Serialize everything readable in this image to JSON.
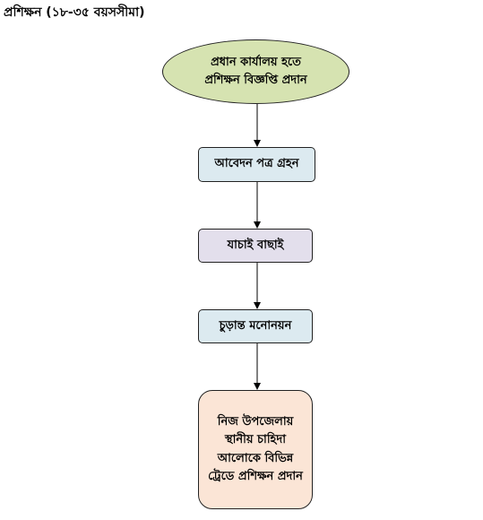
{
  "heading": "প্রশিক্ষন (১৮-৩৫ বয়সসীমা)",
  "flow": {
    "start": {
      "line1": "প্রধান কার্যালয় হতে",
      "line2": "প্রশিক্ষন বিজ্ঞপ্তি প্রদান"
    },
    "steps": [
      "আবেদন পত্র গ্রহন",
      "যাচাই বাছাই",
      "চুড়ান্ত মনোনয়ন"
    ],
    "end": "নিজ উপজেলায় স্থানীয় চাহিদা আলোকে বিভিন্ন ট্রেডে প্রশিক্ষন প্রদান"
  },
  "colors": {
    "start_fill": "#d6e3b1",
    "step_fill_blue": "#dceaf0",
    "step_fill_lavender": "#e3dfec",
    "end_fill": "#fbe5d6",
    "connector": "#000000"
  }
}
